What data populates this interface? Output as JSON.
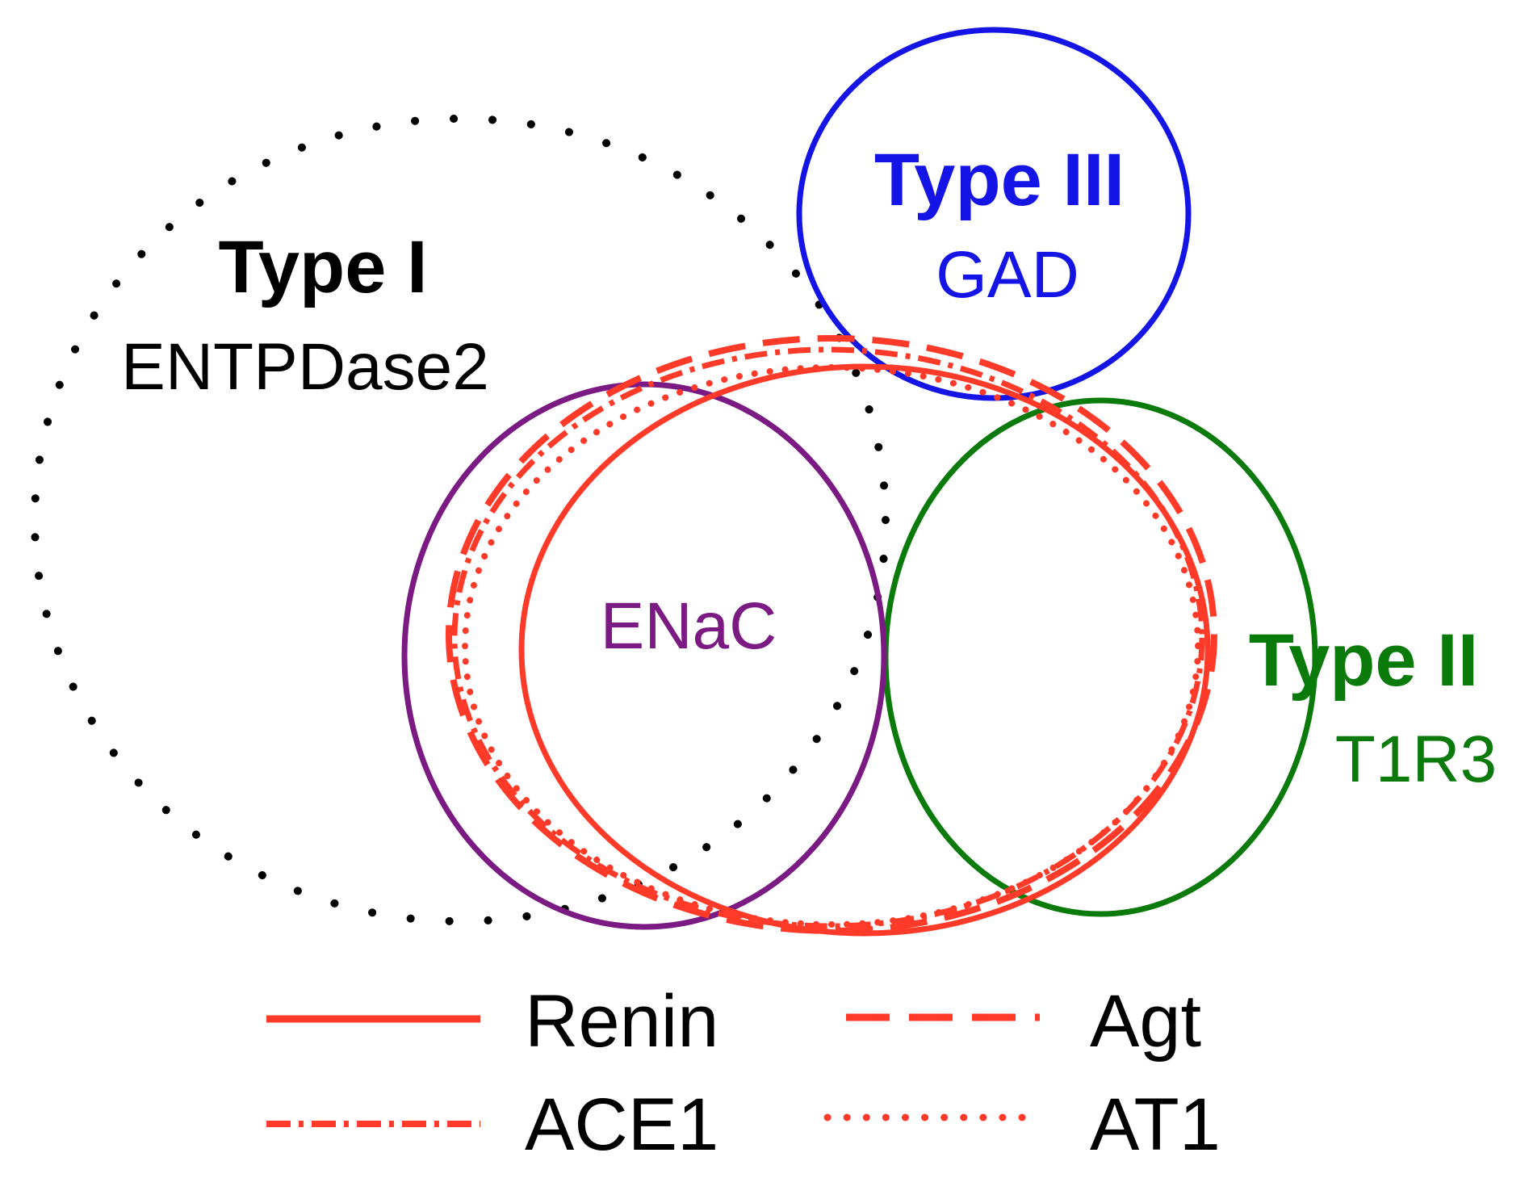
{
  "colors": {
    "type_i": "#000000",
    "type_iii": "#1414e6",
    "type_ii": "#0a7a0a",
    "enac": "#7a1a82",
    "ras": "#ff3a28"
  },
  "groups": {
    "type_i": {
      "title": "Type I",
      "marker": "ENTPDase2"
    },
    "type_iii": {
      "title": "Type III",
      "marker": "GAD"
    },
    "type_ii": {
      "title": "Type II",
      "marker": "T1R3"
    },
    "enac": {
      "label": "ENaC"
    }
  },
  "legend": {
    "items": [
      {
        "label": "Renin",
        "style": "solid"
      },
      {
        "label": "Agt",
        "style": "dashed"
      },
      {
        "label": "ACE1",
        "style": "dash-dot"
      },
      {
        "label": "AT1",
        "style": "dotted"
      }
    ]
  }
}
